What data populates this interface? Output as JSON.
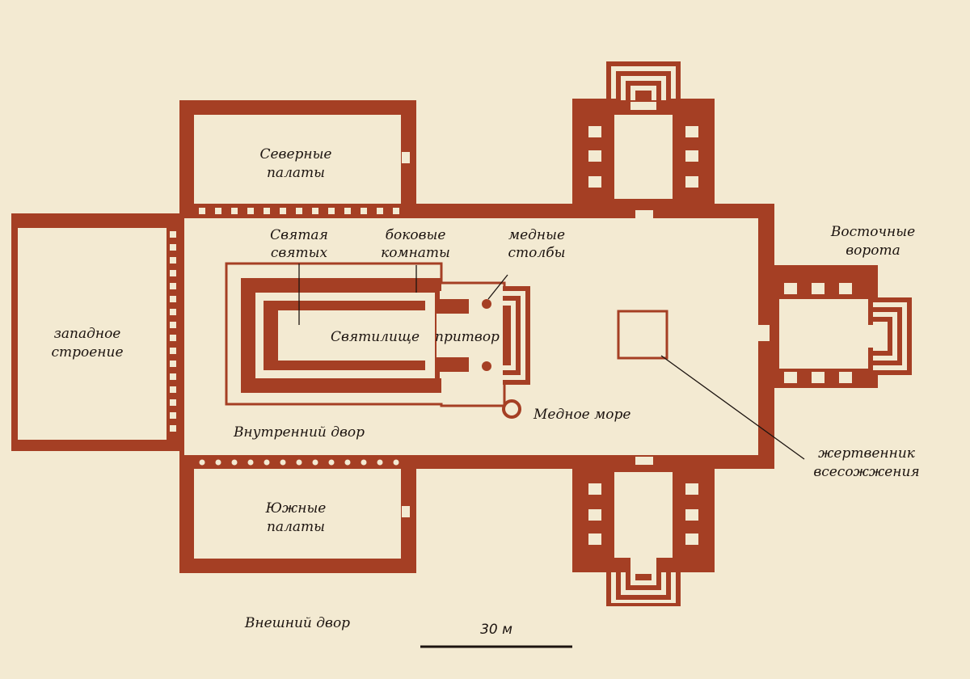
{
  "colors": {
    "background": "#f3ead2",
    "wall": "#a53f24",
    "text": "#1c1410"
  },
  "labels": {
    "north_chambers": [
      "Северные",
      "палаты"
    ],
    "south_chambers": [
      "Южные",
      "палаты"
    ],
    "west_building": [
      "западное",
      "строение"
    ],
    "holy_of_holies": [
      "Святая",
      "святых"
    ],
    "side_rooms": [
      "боковые",
      "комнаты"
    ],
    "bronze_pillars": [
      "медные",
      "столбы"
    ],
    "sanctuary": "Святилище",
    "porch": "притвор",
    "bronze_sea": "Медное море",
    "inner_court": "Внутренний двор",
    "outer_court": "Внешний двор",
    "east_gate": [
      "Восточные",
      "ворота"
    ],
    "altar": [
      "жертвенник",
      "всесожжения"
    ],
    "scale": "30 м"
  }
}
